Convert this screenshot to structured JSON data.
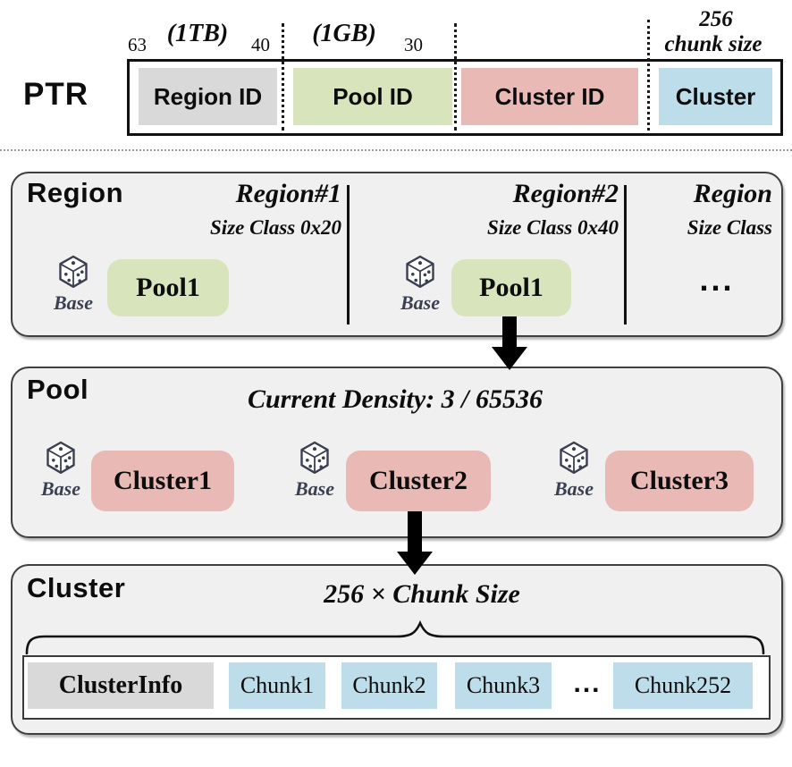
{
  "colors": {
    "region_id_gray": "#d9d9d9",
    "pool_green": "#d7e4bc",
    "cluster_pink": "#e8b9b5",
    "chunk_blue": "#bcdde9",
    "panel_gray": "#f0f0f0",
    "dice_ink": "#3a3f51"
  },
  "ptr": {
    "label": "PTR",
    "bits": {
      "b63": "63",
      "b40": "40",
      "b30": "30"
    },
    "region_hint": "(1TB)",
    "pool_hint": "(1GB)",
    "cluster_hint_line1": "256",
    "cluster_hint_line2": "chunk size",
    "segments": [
      {
        "label": "Region ID"
      },
      {
        "label": "Pool ID"
      },
      {
        "label": "Cluster ID"
      },
      {
        "label": "Cluster"
      }
    ]
  },
  "region_panel": {
    "title": "Region",
    "columns": [
      {
        "name": "Region#1",
        "size_class": "Size Class 0x20",
        "base": "Base",
        "pool": "Pool1"
      },
      {
        "name": "Region#2",
        "size_class": "Size Class 0x40",
        "base": "Base",
        "pool": "Pool1"
      },
      {
        "name": "Region",
        "size_class": "Size Class",
        "ellipsis": "..."
      }
    ]
  },
  "pool_panel": {
    "title": "Pool",
    "density": "Current Density: 3 / 65536",
    "clusters": [
      {
        "base": "Base",
        "label": "Cluster1"
      },
      {
        "base": "Base",
        "label": "Cluster2"
      },
      {
        "base": "Base",
        "label": "Cluster3"
      }
    ]
  },
  "cluster_panel": {
    "title": "Cluster",
    "size_label": "256 × Chunk Size",
    "cells": [
      {
        "label": "ClusterInfo"
      },
      {
        "label": "Chunk1"
      },
      {
        "label": "Chunk2"
      },
      {
        "label": "Chunk3"
      },
      {
        "label": "..."
      },
      {
        "label": "Chunk252"
      }
    ]
  }
}
